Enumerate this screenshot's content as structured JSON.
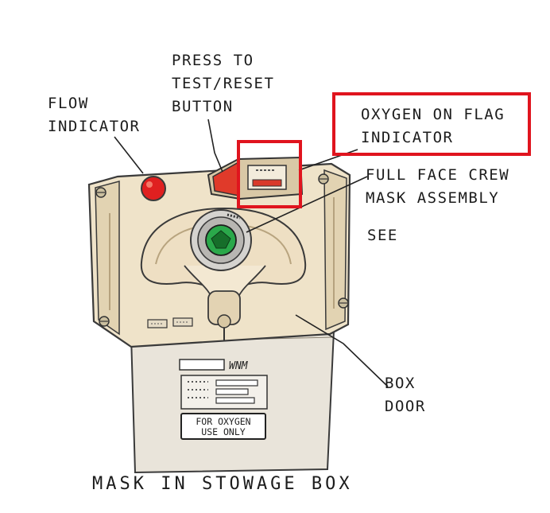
{
  "labels": {
    "press_test_reset_button": [
      "PRESS TO",
      "TEST/RESET",
      "BUTTON"
    ],
    "flow_indicator": [
      "FLOW",
      "INDICATOR"
    ],
    "oxygen_on_flag_indicator": [
      "OXYGEN ON FLAG",
      "INDICATOR"
    ],
    "full_face_crew_mask_assembly": [
      "FULL FACE CREW",
      "MASK ASSEMBLY"
    ],
    "see": "SEE",
    "box_door": [
      "BOX",
      "DOOR"
    ],
    "caption": "MASK IN STOWAGE BOX"
  },
  "placards": {
    "door_tag": "WNM",
    "for_oxygen_use_only": [
      "FOR OXYGEN",
      "USE ONLY"
    ]
  },
  "colors": {
    "housing": "#eee2c8",
    "outline": "#3a3a3a",
    "flow_indicator": "#e02020",
    "highlight_box": "#e0141e",
    "mask_valve": "#2aa84a"
  }
}
